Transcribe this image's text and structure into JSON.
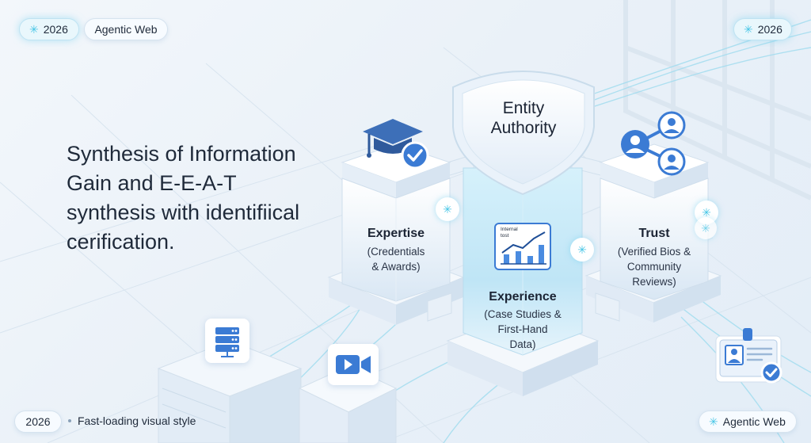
{
  "badges": {
    "top_left_year": "2026",
    "top_left_label": "Agentic Web",
    "top_right_year": "2026",
    "bottom_left_year": "2026",
    "bottom_right_label": "Agentic Web"
  },
  "headline": "Synthesis of Information Gain and E-E-A-T synthesis with identifiical cerification.",
  "footer_note": "Fast-loading visual style",
  "shield": {
    "title": "Entity Authority"
  },
  "pillars": {
    "expertise": {
      "title": "Expertise",
      "sub1": "(Credentials",
      "sub2": "& Awards)"
    },
    "experience": {
      "title": "Experience",
      "sub1": "(Case Studies &",
      "sub2": "First-Hand",
      "sub3": "Data)"
    },
    "trust": {
      "title": "Trust",
      "sub1": "(Verified Bios &",
      "sub2": "Community",
      "sub3": "Reviews)"
    }
  },
  "chart_card": {
    "label1": "Internal",
    "label2": "tost"
  },
  "icons": [
    "graduation-cap-icon",
    "checkmark-badge-icon",
    "chart-card-icon",
    "people-network-icon",
    "server-icon",
    "video-camera-icon",
    "id-card-icon",
    "sparkle-icon"
  ],
  "colors": {
    "accent": "#3b7bd4",
    "glow": "#7fd6ee",
    "background": "#eef3f9"
  }
}
